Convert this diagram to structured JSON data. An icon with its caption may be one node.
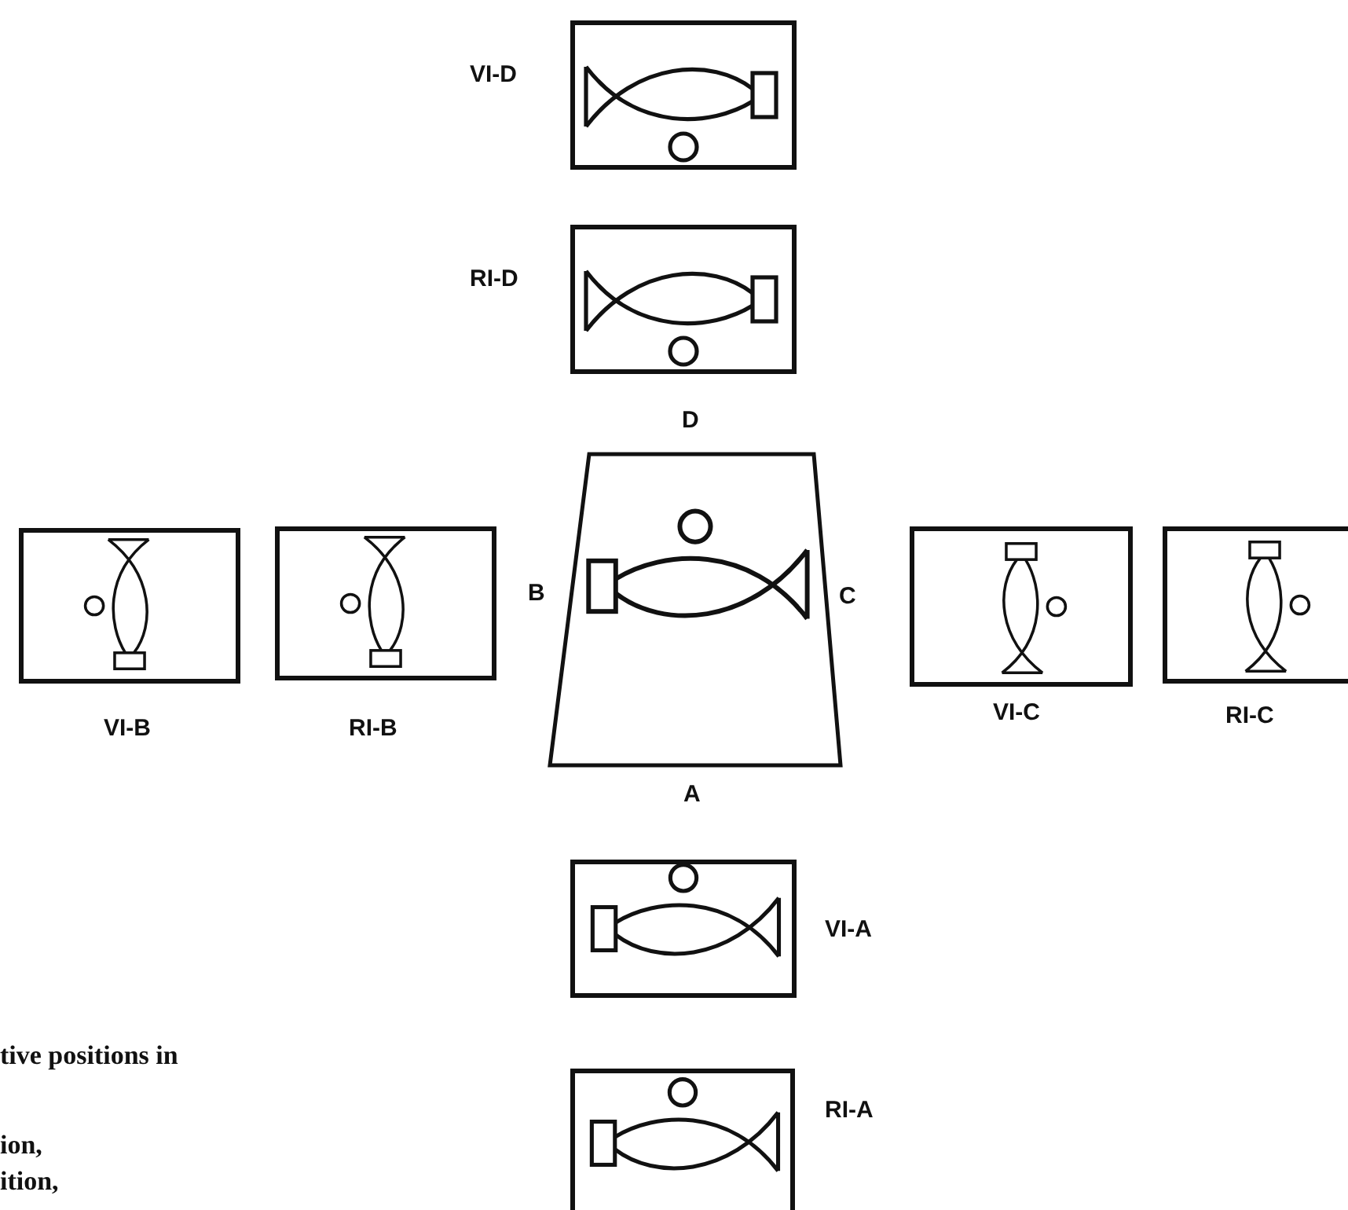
{
  "diagram": {
    "nodes": [
      {
        "text": [],
        "shape": "box",
        "beside": [
          "VI-D"
        ]
      },
      {
        "text": [],
        "shape": "box",
        "beside": [
          "RI-D"
        ]
      },
      {
        "text": [],
        "shape": "box",
        "beside": [
          "VI-B"
        ]
      },
      {
        "text": [],
        "shape": "box",
        "beside": [
          "RI-B"
        ]
      },
      {
        "text": [],
        "shape": "box",
        "beside": [
          "D",
          "B",
          "C",
          "A"
        ]
      },
      {
        "text": [],
        "shape": "box",
        "beside": [
          "VI-C"
        ]
      },
      {
        "text": [],
        "shape": "box",
        "beside": [
          "RI-C"
        ]
      },
      {
        "text": [],
        "shape": "box",
        "beside": [
          "VI-A"
        ]
      },
      {
        "text": [],
        "shape": "box",
        "beside": [
          "RI-A"
        ]
      }
    ],
    "labels": [
      "tive positions in",
      "ion,",
      "ition,"
    ]
  }
}
